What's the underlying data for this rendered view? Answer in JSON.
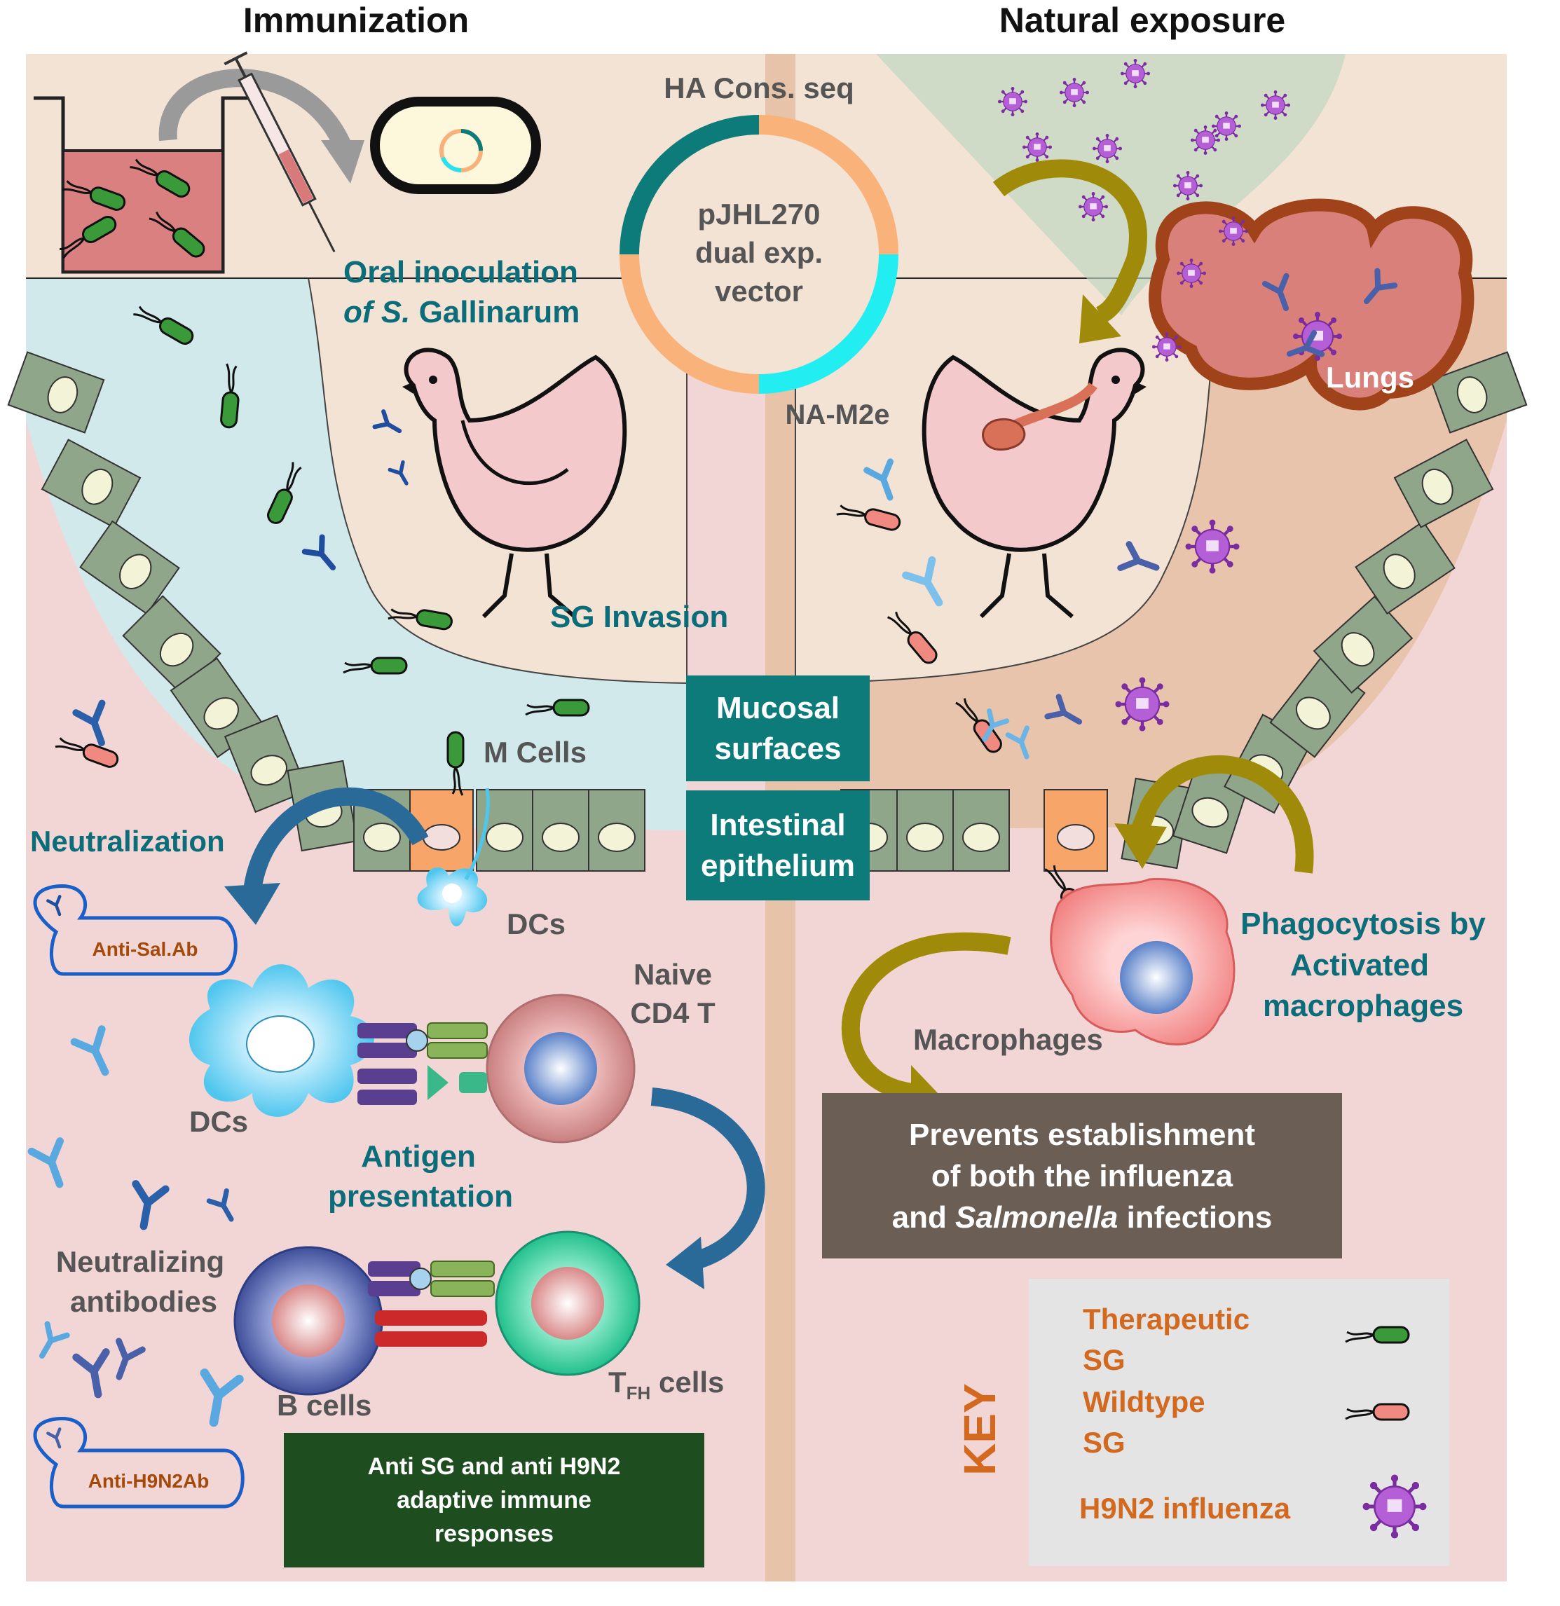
{
  "headers": {
    "left": "Immunization",
    "right": "Natural exposure"
  },
  "plasmid": {
    "top_label": "HA Cons. seq",
    "center_line1": "pJHL270",
    "center_line2": "dual exp.",
    "center_line3": "vector",
    "bottom_label": "NA-M2e"
  },
  "labels": {
    "oral_line1": "Oral inoculation",
    "oral_line2_prefix": "of ",
    "oral_line2_italic": "S.",
    "oral_line2_suffix": " Gallinarum",
    "sg_invasion": "SG Invasion",
    "m_cells": "M Cells",
    "neutralization": "Neutralization",
    "anti_sal": "Anti-Sal.Ab",
    "dcs_top": "DCs",
    "dcs_left": "DCs",
    "naive_line1": "Naive",
    "naive_line2": "CD4 T",
    "antigen_line1": "Antigen",
    "antigen_line2": "presentation",
    "neutralizing_line1": "Neutralizing",
    "neutralizing_line2": "antibodies",
    "b_cells": "B cells",
    "tfh_main": "T",
    "tfh_sub": "FH",
    "tfh_rest": " cells",
    "anti_h9n2": "Anti-H9N2Ab",
    "lungs": "Lungs",
    "phago_line1": "Phagocytosis by",
    "phago_line2": "Activated",
    "phago_line3": "macrophages",
    "macrophages": "Macrophages"
  },
  "center_boxes": {
    "mucosal_line1": "Mucosal",
    "mucosal_line2": "surfaces",
    "intestinal_line1": "Intestinal",
    "intestinal_line2": "epithelium"
  },
  "adaptive_box": {
    "line1": "Anti SG and anti H9N2",
    "line2": "adaptive immune",
    "line3": "responses"
  },
  "prevents_box": {
    "line1": "Prevents establishment",
    "line2": "of both the influenza",
    "line3_prefix": "and ",
    "line3_italic": "Salmonella",
    "line3_suffix": " infections"
  },
  "key": {
    "title": "KEY",
    "item1_line1": "Therapeutic",
    "item1_line2": "SG",
    "item2_line1": "Wildtype",
    "item2_line2": "SG",
    "item3": "H9N2 influenza"
  },
  "colors": {
    "bg_left": "#f2d6d6",
    "bg_right": "#f2d6d6",
    "lumen_left": "#d2e9ec",
    "lumen_right": "#e8c4ac",
    "top_beige": "#f3e3d5",
    "teal_box": "#0e7b7b",
    "teal_text": "#0c6d7a",
    "dark_green_box": "#1e4d1f",
    "brown_box": "#6b5e54",
    "key_bg": "#e4e4e4",
    "orange_text": "#d2691e",
    "therapeutic_sg": "#3a9a3a",
    "wildtype_sg": "#f08a80",
    "virus": "#b55fd6"
  }
}
